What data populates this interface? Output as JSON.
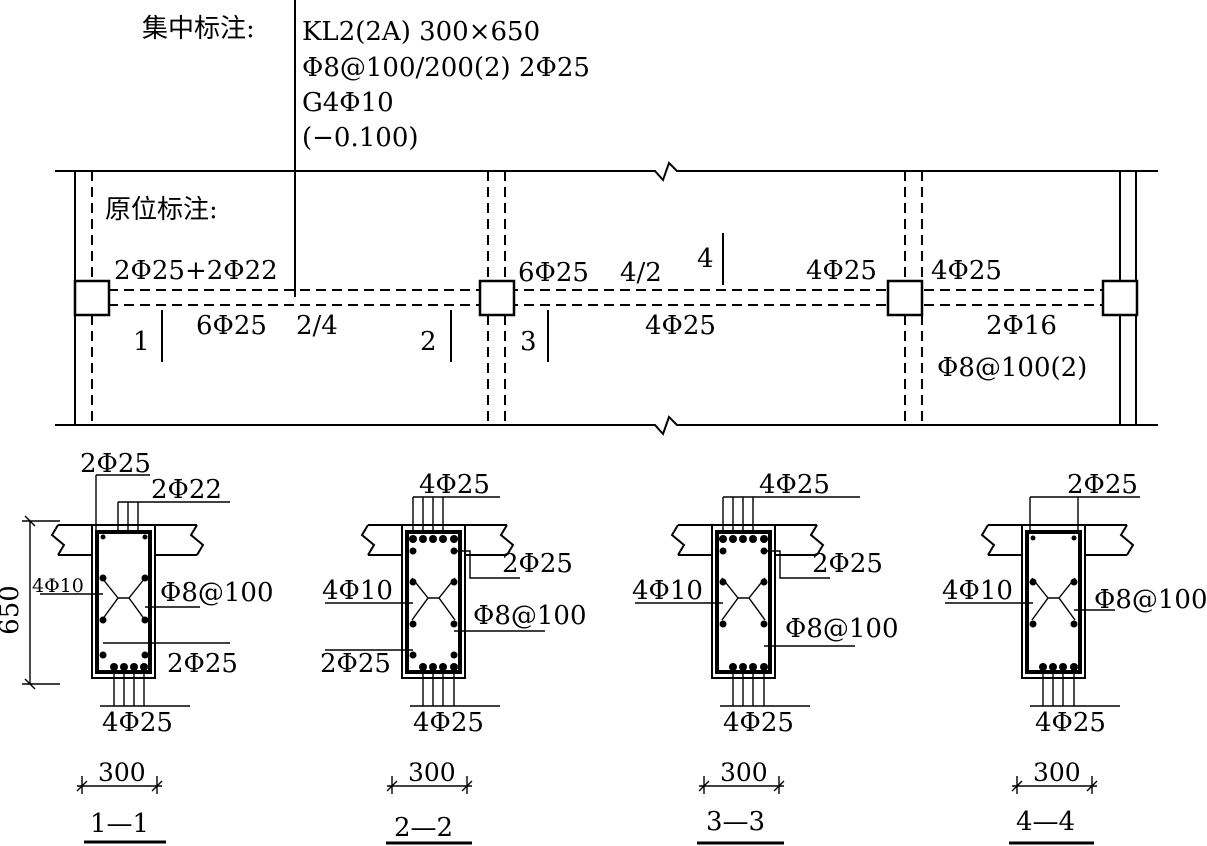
{
  "concentrated": {
    "label": "集中标注:",
    "lines": [
      "KL2(2A) 300×650",
      "Φ8@100/200(2) 2Φ25",
      "G4Φ10",
      "(−0.100)"
    ]
  },
  "original": {
    "label": "原位标注:",
    "top_left": "2Φ25+2Φ22",
    "top_mid_left": "6Φ25",
    "top_mid_ratio": "4/2",
    "top_mid_right": "4Φ25",
    "top_right": "4Φ25",
    "bottom_left": "6Φ25",
    "bottom_left_ratio": "2/4",
    "bottom_mid": "4Φ25",
    "bottom_right": "2Φ16",
    "stirrup_right": "Φ8@100(2)",
    "markers": [
      "1",
      "2",
      "3",
      "4"
    ]
  },
  "sections": [
    {
      "name": "1—1",
      "top_a": "2Φ25",
      "top_b": "2Φ22",
      "side": "4Φ10",
      "stirrup": "Φ8@100",
      "bottom_extra": "2Φ25",
      "bottom": "4Φ25",
      "width": "300",
      "height": "650"
    },
    {
      "name": "2—2",
      "top": "4Φ25",
      "top_extra": "2Φ25",
      "side": "4Φ10",
      "stirrup": "Φ8@100",
      "bottom_extra": "2Φ25",
      "bottom": "4Φ25",
      "width": "300"
    },
    {
      "name": "3—3",
      "top": "4Φ25",
      "top_extra": "2Φ25",
      "side": "4Φ10",
      "stirrup": "Φ8@100",
      "bottom": "4Φ25",
      "width": "300"
    },
    {
      "name": "4—4",
      "top": "2Φ25",
      "side": "4Φ10",
      "stirrup": "Φ8@100",
      "bottom": "4Φ25",
      "width": "300"
    }
  ]
}
